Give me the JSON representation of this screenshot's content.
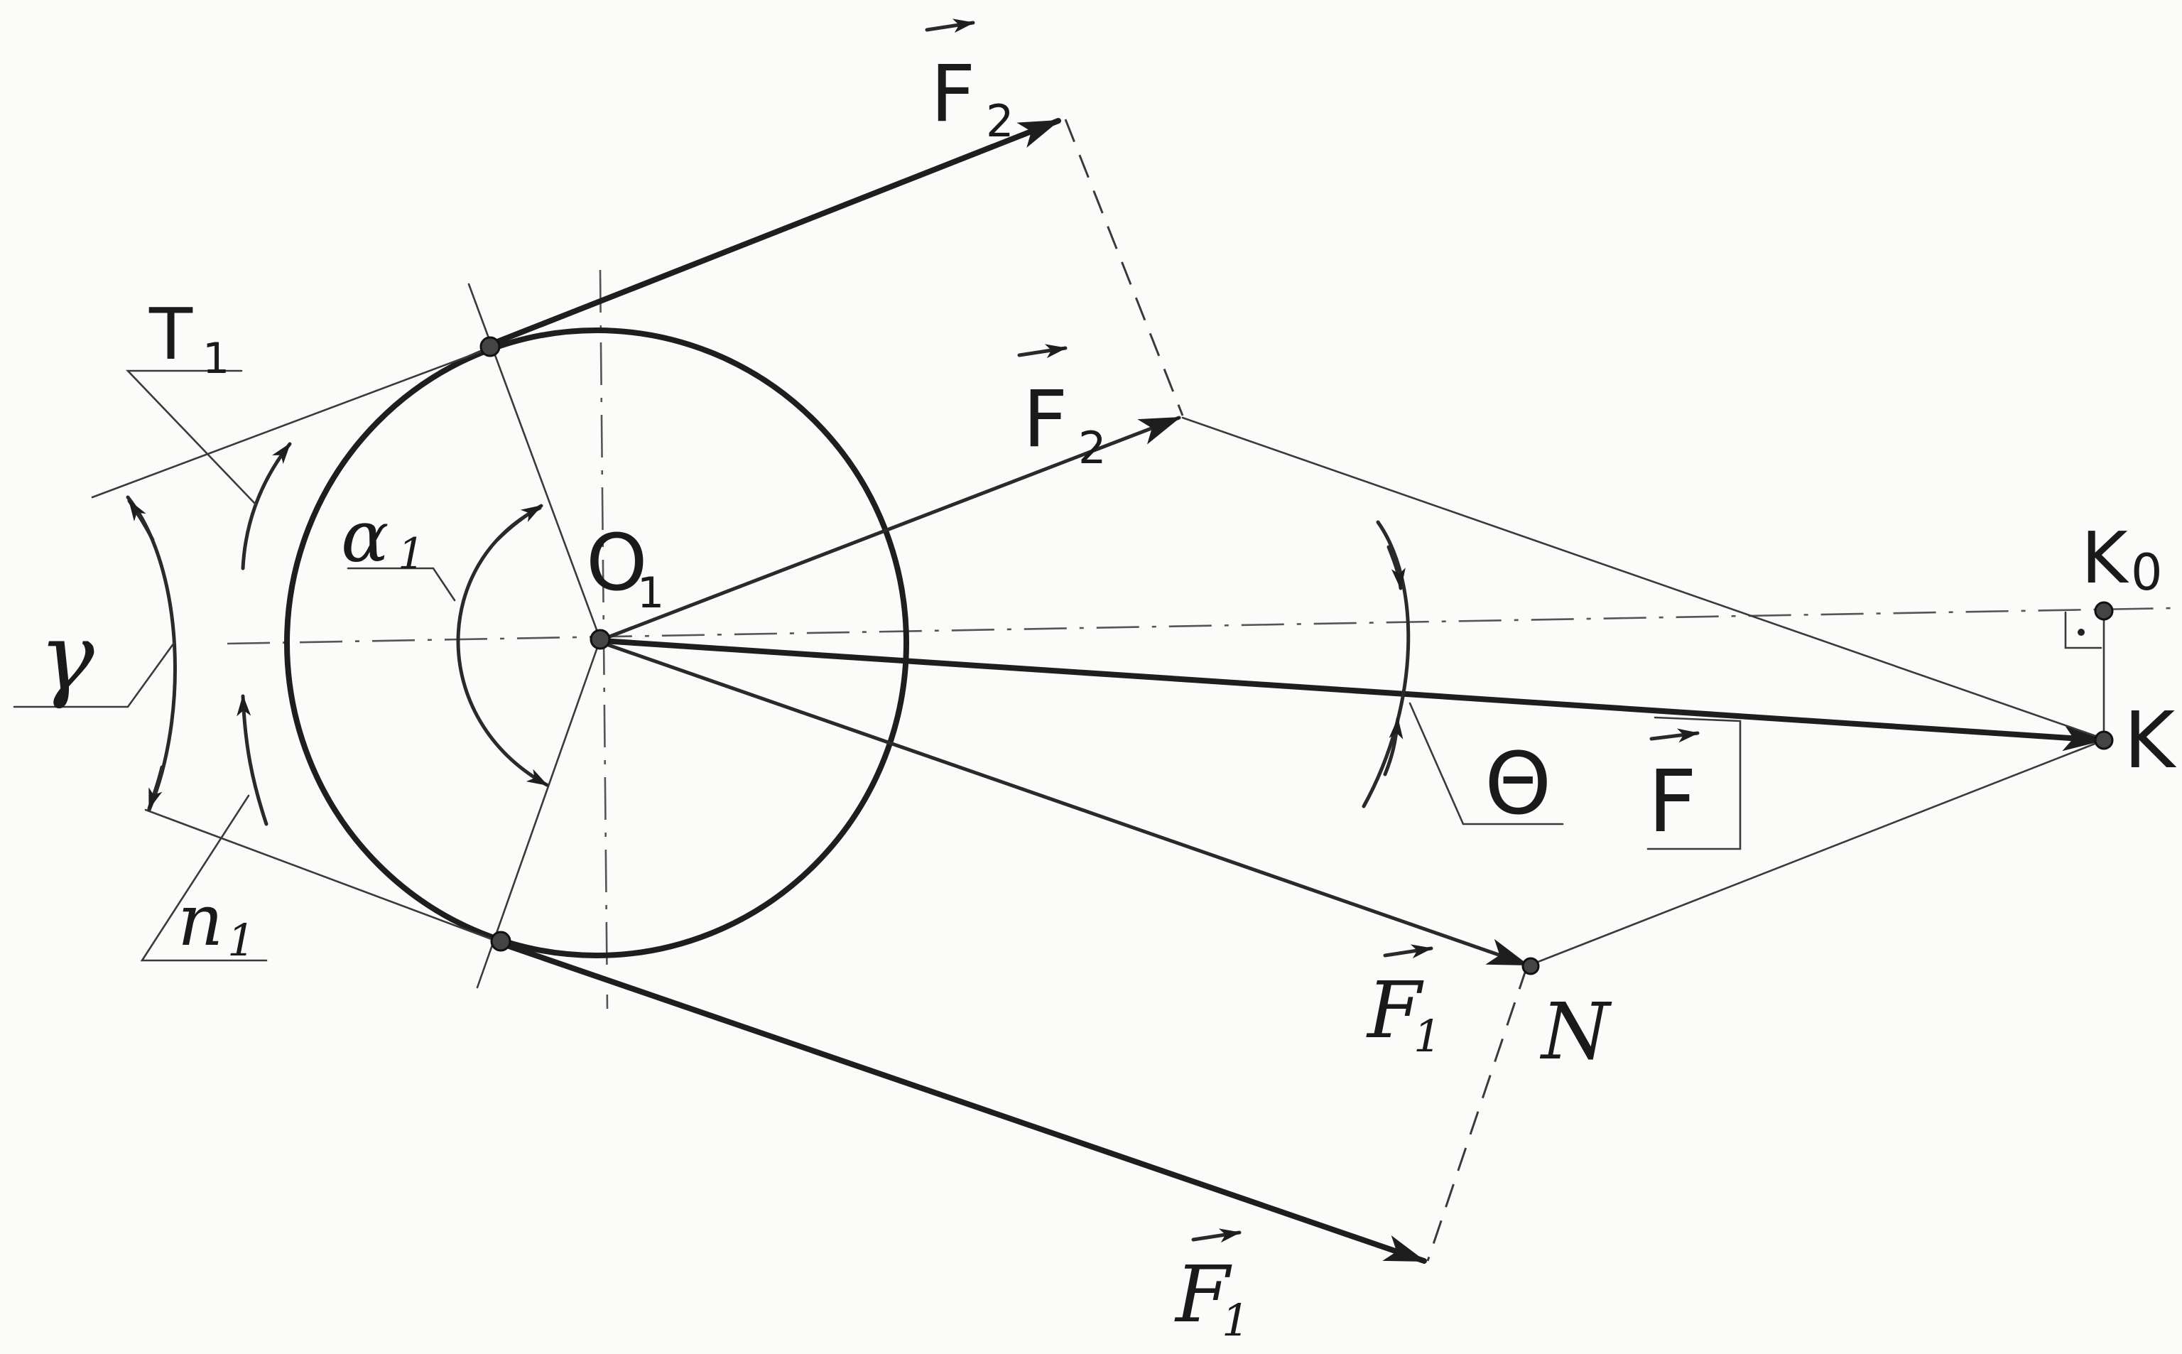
{
  "diagram": {
    "labels": {
      "f2_top": "F",
      "f2_top_sub": "2",
      "f2_mid": "F",
      "f2_mid_sub": "2",
      "t1": "T",
      "t1_sub": "1",
      "alpha1": "α",
      "alpha1_sub": "1",
      "o1": "O",
      "o1_sub": "1",
      "gamma": "γ",
      "n1": "n",
      "n1_sub": "1",
      "theta": "Θ",
      "f_result": "F",
      "k0": "K",
      "k0_sub": "0",
      "k": "K",
      "n_point": "N",
      "f1_mid": "F",
      "f1_mid_sub": "1",
      "f1_bottom": "F",
      "f1_bottom_sub": "1"
    }
  }
}
